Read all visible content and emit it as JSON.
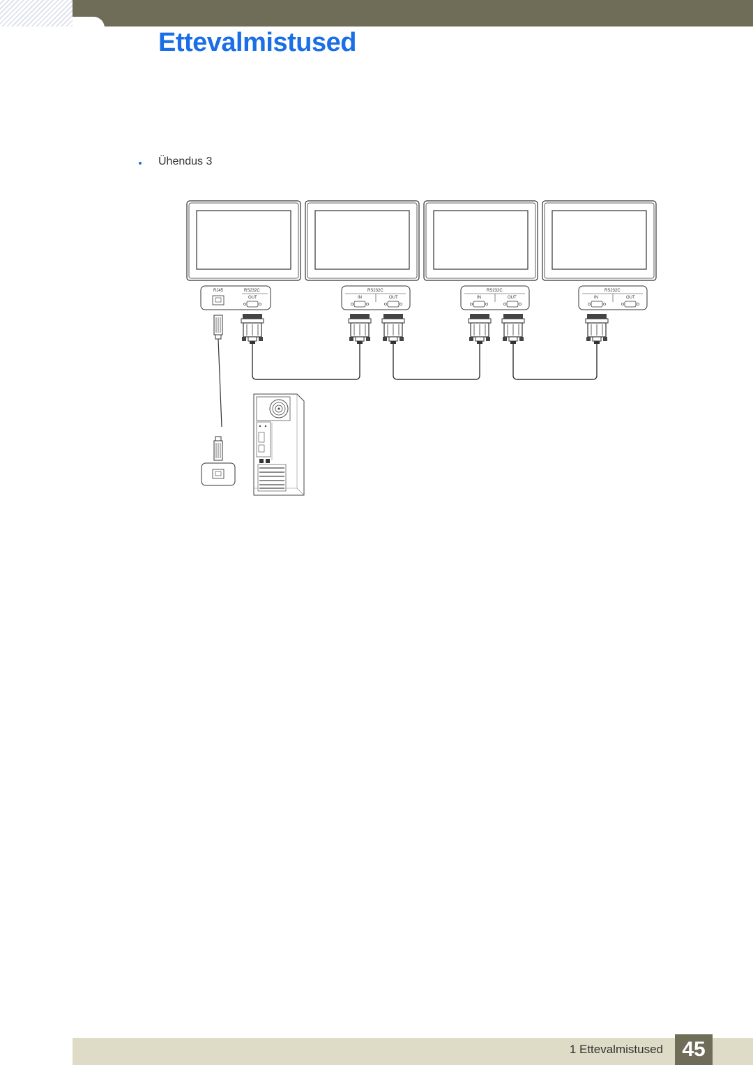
{
  "header": {
    "title": "Ettevalmistused"
  },
  "content": {
    "bullet": "Ühendus 3"
  },
  "diagram": {
    "ports": {
      "rj45": "RJ45",
      "rs232c": "RS232C",
      "in": "IN",
      "out": "OUT"
    }
  },
  "footer": {
    "label": "1 Ettevalmistused",
    "page": "45"
  },
  "colors": {
    "accent": "#1a6ee6",
    "header_bar": "#6f6c58",
    "footer_bar": "#dedbc7"
  }
}
